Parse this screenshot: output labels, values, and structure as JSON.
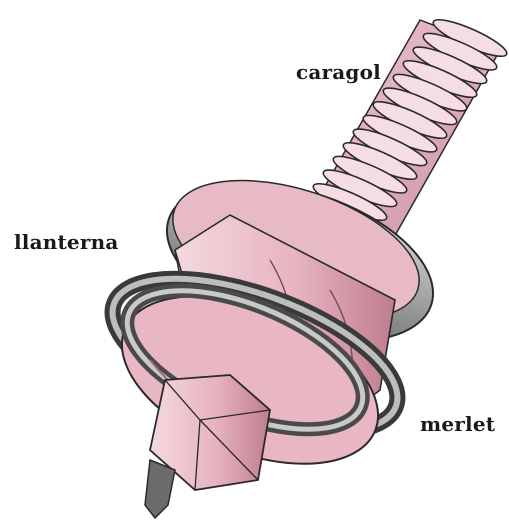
{
  "labels": {
    "caragol": "caragol",
    "llanterna": "llanterna",
    "merlet": "merlet"
  },
  "colors": {
    "pink_light": "#f2d2da",
    "pink_mid": "#e3a8b6",
    "pink_dark": "#b56f82",
    "metal_light": "#cfcfcf",
    "metal_mid": "#9a9a9a",
    "metal_dark": "#4e4e4e",
    "outline": "#2a2a2a"
  }
}
